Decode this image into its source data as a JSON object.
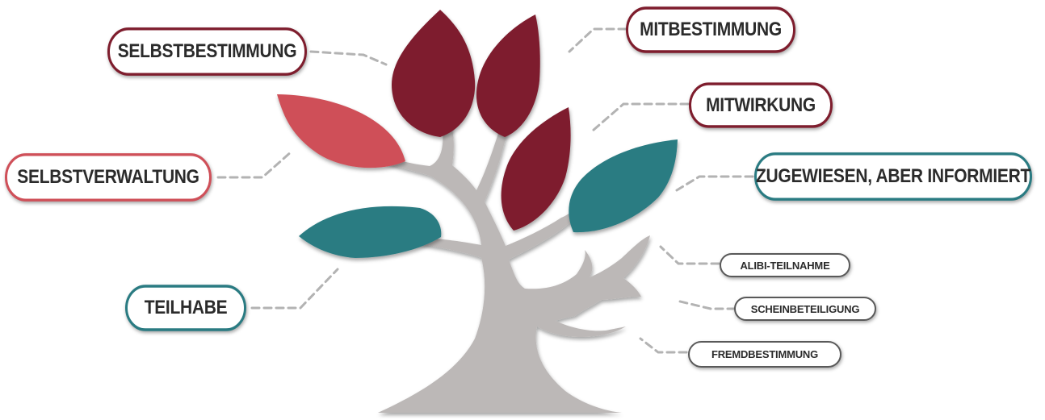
{
  "colors": {
    "dark_red": "#7e1d2d",
    "rose": "#cf5059",
    "teal": "#2a7b82",
    "trunk": "#bcb8b7",
    "grey": "#595959",
    "connector": "#b3b3b3"
  },
  "labels": {
    "selbstbestimmung": "SELBSTBESTIMMUNG",
    "mitbestimmung": "MITBESTIMMUNG",
    "mitwirkung": "MITWIRKUNG",
    "selbstverwaltung": "SELBSTVERWALTUNG",
    "zugewiesen": "ZUGEWIESEN, ABER INFORMIERT",
    "teilhabe": "TEILHABE",
    "alibi": "ALIBI-TEILNAHME",
    "schein": "SCHEINBETEILIGUNG",
    "fremd": "FREMDBESTIMMUNG"
  }
}
